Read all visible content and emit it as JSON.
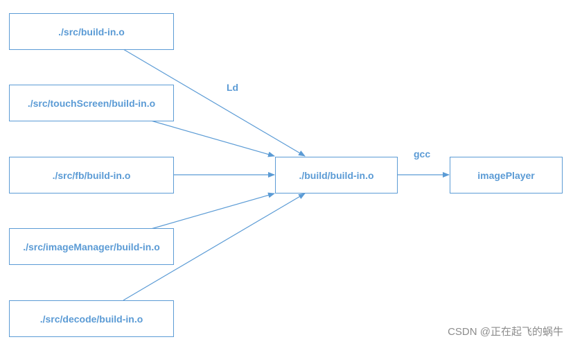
{
  "diagram": {
    "sources": [
      {
        "label": "./src/build-in.o"
      },
      {
        "label": "./src/touchScreen/build-in.o"
      },
      {
        "label": "./src/fb/build-in.o"
      },
      {
        "label": "./src/imageManager/build-in.o"
      },
      {
        "label": "./src/decode/build-in.o"
      }
    ],
    "target": {
      "label": "./build/build-in.o"
    },
    "output": {
      "label": "imagePlayer"
    },
    "edge_labels": {
      "link": "Ld",
      "compile": "gcc"
    },
    "colors": {
      "accent": "#5b9bd5",
      "watermark": "#8c8c8c"
    }
  },
  "watermark": "CSDN @正在起飞的蜗牛"
}
